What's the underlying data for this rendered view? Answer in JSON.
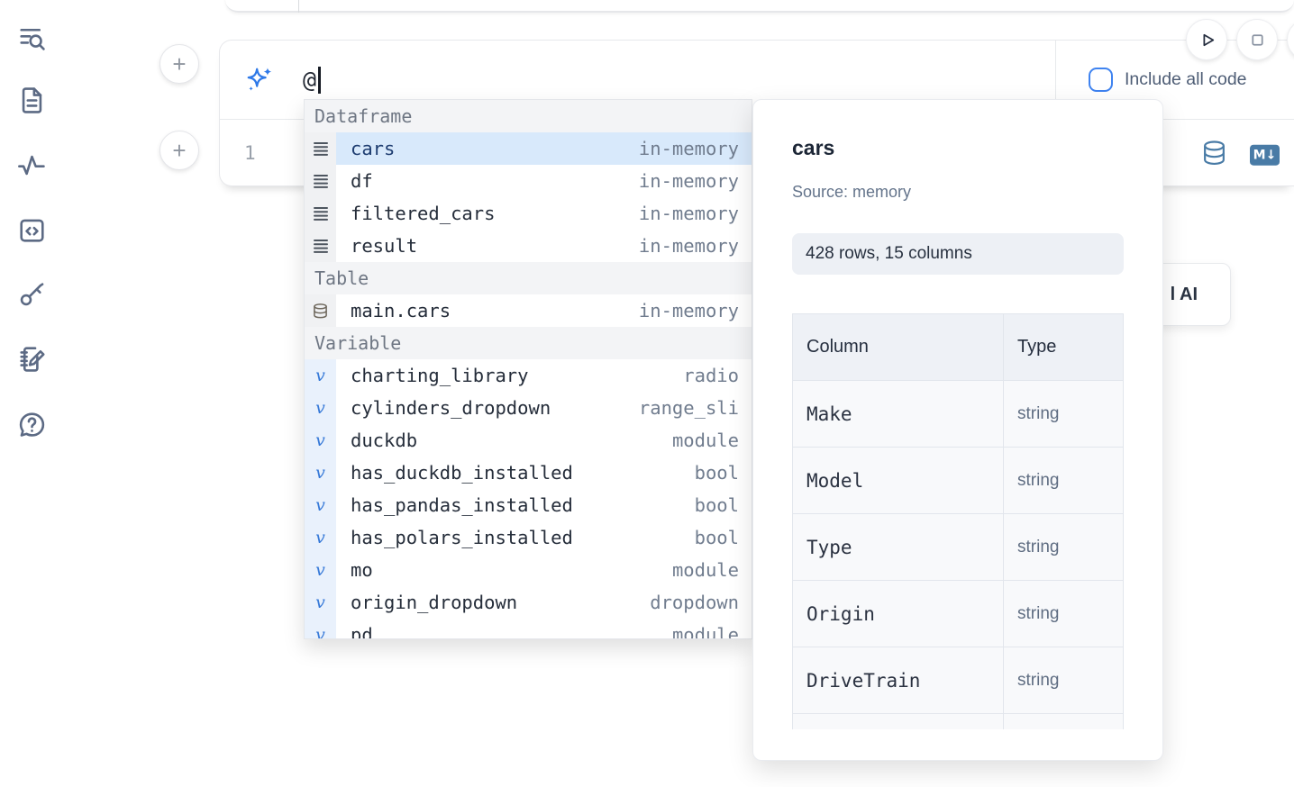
{
  "sidebar": {
    "items": [
      {
        "icon": "list-search-icon"
      },
      {
        "icon": "file-text-icon"
      },
      {
        "icon": "activity-icon"
      },
      {
        "icon": "code-block-icon"
      },
      {
        "icon": "key-icon"
      },
      {
        "icon": "notebook-edit-icon"
      },
      {
        "icon": "help-chat-icon"
      }
    ]
  },
  "run_controls": {
    "play_icon": "play-icon",
    "stop_icon": "stop-icon"
  },
  "ai_prompt": {
    "value": "@",
    "include_all_code_label": "Include all code",
    "include_all_code_checked": false,
    "sparkle_icon": "ai-sparkle-icon"
  },
  "cell": {
    "line_number": "1",
    "database_icon": "database-icon",
    "markdown_badge": "M↓"
  },
  "autocomplete": {
    "sections": [
      {
        "label": "Dataframe",
        "items": [
          {
            "name": "cars",
            "meta": "in-memory",
            "icon": "dataframe-icon",
            "selected": true
          },
          {
            "name": "df",
            "meta": "in-memory",
            "icon": "dataframe-icon",
            "selected": false
          },
          {
            "name": "filtered_cars",
            "meta": "in-memory",
            "icon": "dataframe-icon",
            "selected": false
          },
          {
            "name": "result",
            "meta": "in-memory",
            "icon": "dataframe-icon",
            "selected": false
          }
        ]
      },
      {
        "label": "Table",
        "items": [
          {
            "name": "main.cars",
            "meta": "in-memory",
            "icon": "table-database-icon",
            "selected": false
          }
        ]
      },
      {
        "label": "Variable",
        "items": [
          {
            "name": "charting_library",
            "meta": "radio",
            "icon": "variable-icon",
            "selected": false
          },
          {
            "name": "cylinders_dropdown",
            "meta": "range_sli",
            "icon": "variable-icon",
            "selected": false
          },
          {
            "name": "duckdb",
            "meta": "module",
            "icon": "variable-icon",
            "selected": false
          },
          {
            "name": "has_duckdb_installed",
            "meta": "bool",
            "icon": "variable-icon",
            "selected": false
          },
          {
            "name": "has_pandas_installed",
            "meta": "bool",
            "icon": "variable-icon",
            "selected": false
          },
          {
            "name": "has_polars_installed",
            "meta": "bool",
            "icon": "variable-icon",
            "selected": false
          },
          {
            "name": "mo",
            "meta": "module",
            "icon": "variable-icon",
            "selected": false
          },
          {
            "name": "origin_dropdown",
            "meta": "dropdown",
            "icon": "variable-icon",
            "selected": false
          },
          {
            "name": "pd",
            "meta": "module",
            "icon": "variable-icon",
            "selected": false
          }
        ]
      }
    ]
  },
  "preview": {
    "title": "cars",
    "source": "Source: memory",
    "summary": "428 rows, 15 columns",
    "table": {
      "headers": [
        "Column",
        "Type"
      ],
      "rows": [
        [
          "Make",
          "string"
        ],
        [
          "Model",
          "string"
        ],
        [
          "Type",
          "string"
        ],
        [
          "Origin",
          "string"
        ],
        [
          "DriveTrain",
          "string"
        ],
        [
          "",
          ""
        ]
      ]
    }
  },
  "ai_card": {
    "visible_text": "l AI"
  },
  "colors": {
    "accent_blue": "#3f83f0",
    "sparkle_blue": "#2e79e8",
    "steel_blue": "#497ba6",
    "selection_blue": "#d8e9fb",
    "icon_slate": "#5c6a84"
  }
}
